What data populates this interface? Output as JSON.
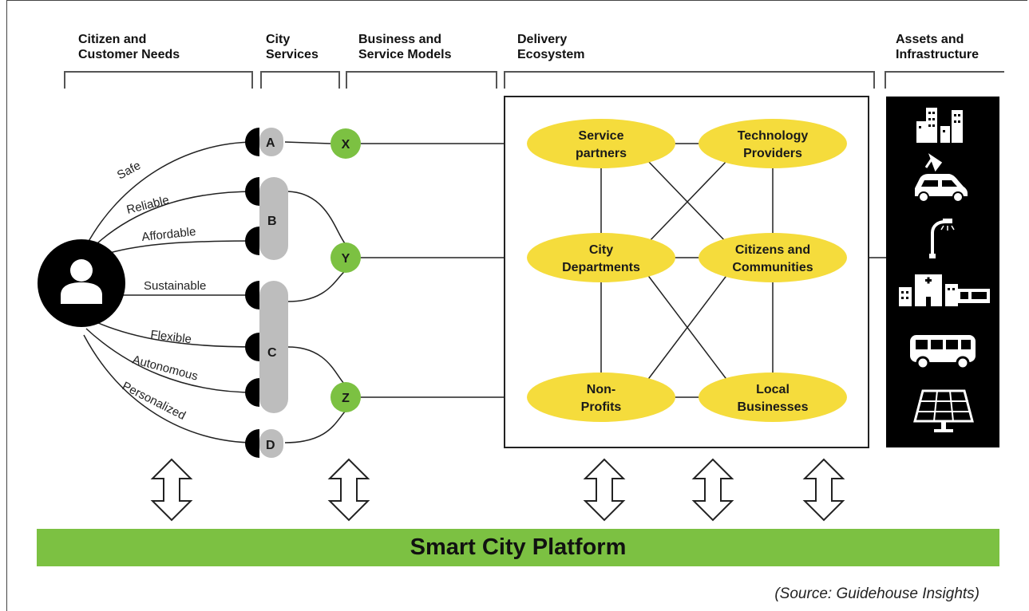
{
  "headers": {
    "citizen_needs": "Citizen and\nCustomer Needs",
    "city_services": "City\nServices",
    "business_models": "Business and\nService Models",
    "delivery": "Delivery\nEcosystem",
    "assets": "Assets and\nInfrastructure"
  },
  "needs": [
    "Safe",
    "Reliable",
    "Affordable",
    "Sustainable",
    "Flexible",
    "Autonomous",
    "Personalized"
  ],
  "services": {
    "a": "A",
    "b": "B",
    "c": "C",
    "d": "D"
  },
  "models": {
    "x": "X",
    "y": "Y",
    "z": "Z"
  },
  "ecosystem": {
    "service_partners": [
      "Service",
      "partners"
    ],
    "technology_providers": [
      "Technology",
      "Providers"
    ],
    "city_departments": [
      "City",
      "Departments"
    ],
    "citizens_communities": [
      "Citizens and",
      "Communities"
    ],
    "non_profits": [
      "Non-",
      "Profits"
    ],
    "local_businesses": [
      "Local",
      "Businesses"
    ]
  },
  "asset_icons": [
    "buildings-icon",
    "electric-car-icon",
    "street-light-icon",
    "hospital-icon",
    "bus-icon",
    "solar-panel-icon"
  ],
  "platform": "Smart City Platform",
  "source": "(Source: Guidehouse Insights)",
  "colors": {
    "green": "#7cc142",
    "yellow": "#f5dc3c",
    "black": "#000000",
    "gray": "#bdbdbd"
  }
}
